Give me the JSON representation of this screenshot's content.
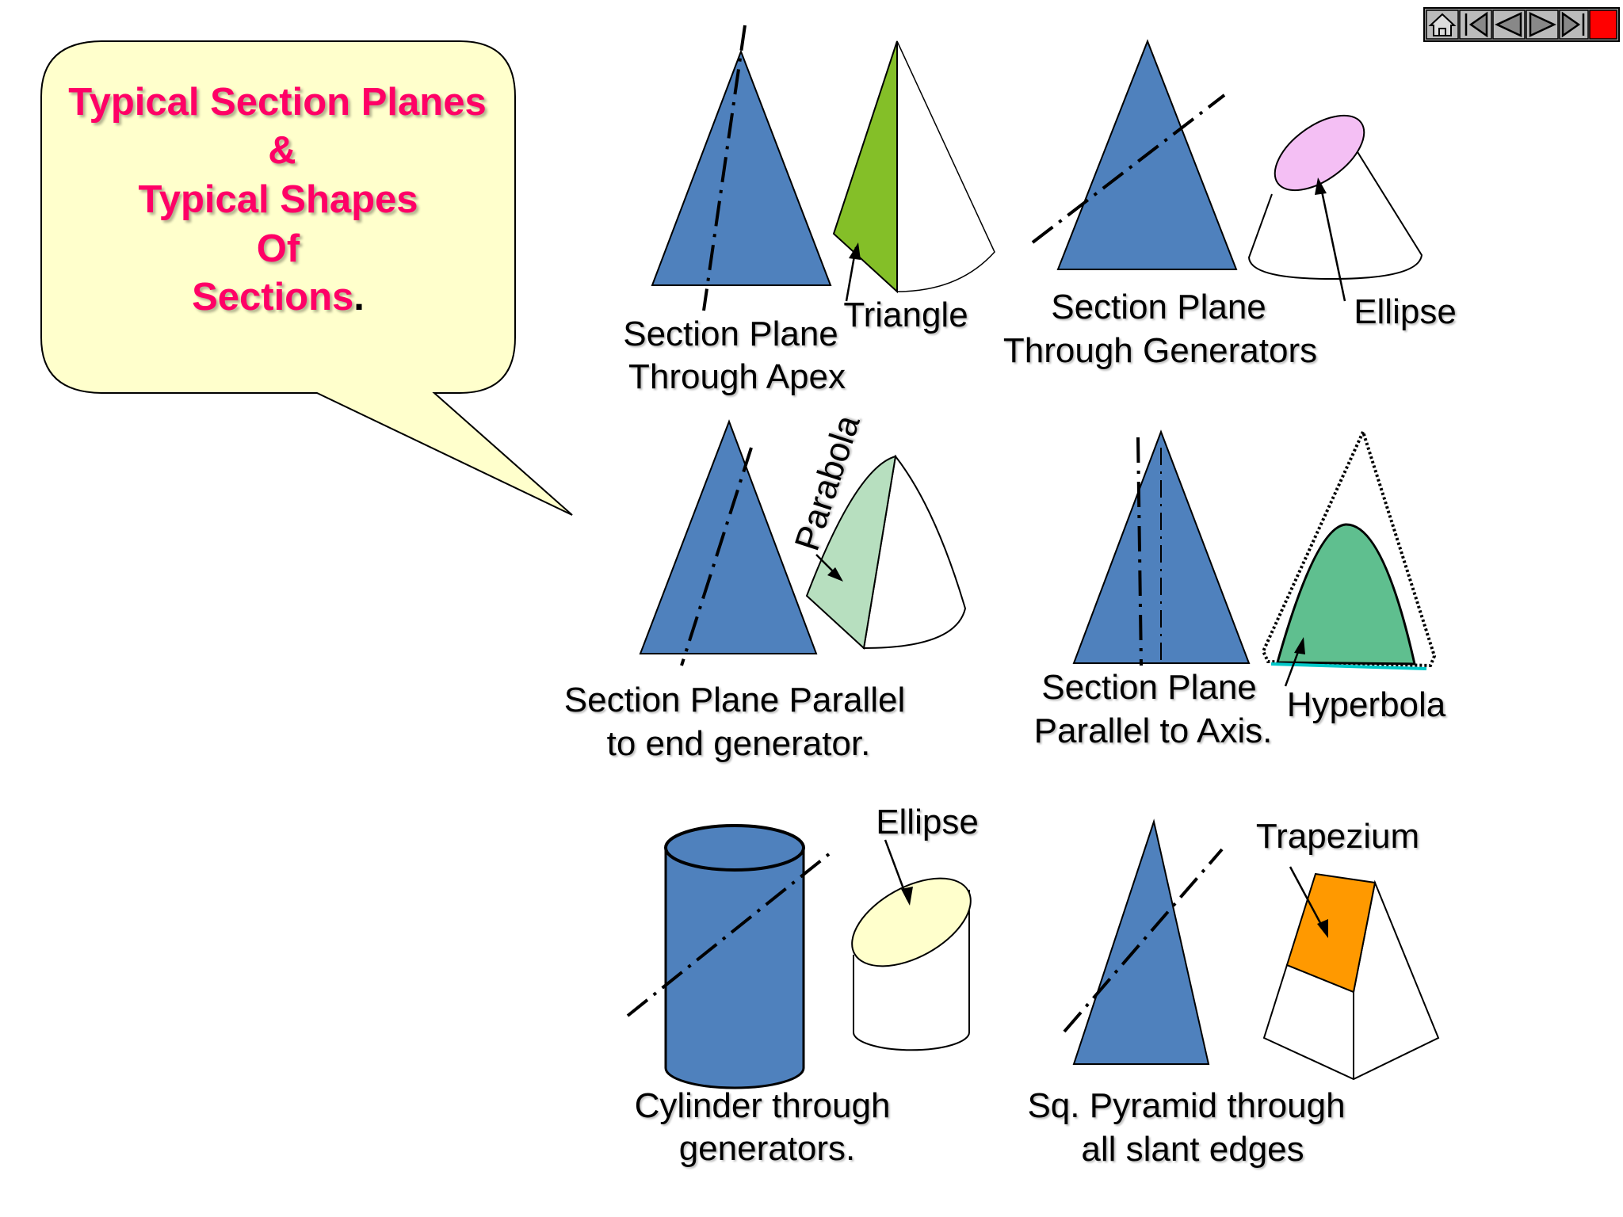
{
  "title": {
    "lines": [
      "Typical Section Planes",
      "&",
      "Typical Shapes",
      "Of",
      "Sections"
    ],
    "final_punct": "."
  },
  "diagrams": {
    "apex": {
      "caption1": "Section Plane",
      "caption2": "Through Apex",
      "shape_label": "Triangle"
    },
    "generators": {
      "caption1": "Section Plane",
      "caption2": "Through Generators",
      "shape_label": "Ellipse"
    },
    "parallel_end": {
      "caption1": "Section Plane Parallel",
      "caption2": "to end generator.",
      "shape_label": "Parabola"
    },
    "parallel_axis": {
      "caption1": "Section Plane",
      "caption2": "Parallel to Axis.",
      "shape_label": "Hyperbola"
    },
    "cylinder": {
      "caption1": "Cylinder through",
      "caption2": "generators.",
      "shape_label": "Ellipse"
    },
    "pyramid": {
      "caption1": "Sq. Pyramid through",
      "caption2": "all slant edges",
      "shape_label": "Trapezium"
    }
  },
  "nav": {
    "icons": [
      "home-icon",
      "first-slide-icon",
      "previous-slide-icon",
      "next-slide-icon",
      "last-slide-icon",
      "end-show-icon"
    ]
  },
  "colors": {
    "solid_fill": "#4f81bd",
    "callout_fill": "#ffffcc",
    "title_text": "#ff0066",
    "triangle_section": "#84bf28",
    "ellipse_section": "#f4bff4",
    "parabola_section": "#b7dfbf",
    "hyperbola_section": "#5fbf8f",
    "cylinder_ellipse": "#ffffcc",
    "trapezium_section": "#ff9900",
    "nav_end": "#ff0000"
  }
}
